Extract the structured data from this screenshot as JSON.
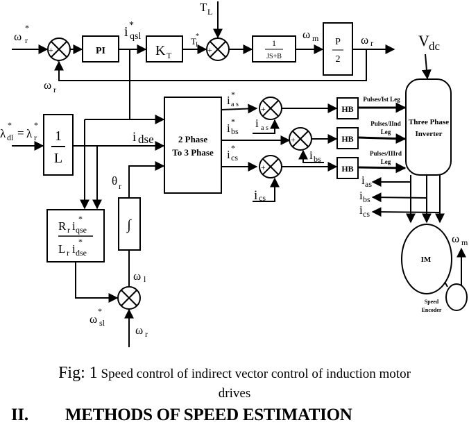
{
  "diagram": {
    "title": "Speed control of indirect vector control of induction motor drives",
    "blocks": {
      "pi": "PI",
      "kt": "K",
      "kt_sub": "T",
      "mech_num": "1",
      "mech_den": "JS+B",
      "pole_num": "P",
      "pole_den": "2",
      "inv_L_num": "1",
      "inv_L_den": "L",
      "transform_line1": "2 Phase",
      "transform_line2": "To 3 Phase",
      "slip_num_R": "R",
      "slip_num_r": "r",
      "slip_num_i": "i",
      "slip_num_sub": "qse",
      "slip_den_L": "L",
      "slip_den_r": "r",
      "slip_den_i": "i",
      "slip_den_sub": "dse",
      "integrator": "∫",
      "hb": "HB",
      "inverter_line1": "Three Phase",
      "inverter_line2": "Inverter",
      "motor": "IM",
      "encoder_line1": "Speed",
      "encoder_line2": "Encoder"
    },
    "signals": {
      "omega": "ω",
      "r": "r",
      "m": "m",
      "star": "*",
      "iqsl_i": "i",
      "iqsl_sub": "qsl",
      "TL": "T",
      "L_sub": "L",
      "Vdc": "V",
      "dc_sub": "dc",
      "lambda": "λ",
      "dl_sub": "dl",
      "equals": "=",
      "idse_i": "i",
      "idse_sub": "dse",
      "theta": "θ",
      "omega1_sub": "l",
      "sl_sub": "sl",
      "i": "i",
      "as_sub": "a s",
      "as_sub2": "as",
      "bs_sub": "bs",
      "cs_sub": "cs",
      "plus": "+",
      "minus": "-"
    },
    "pulses": {
      "leg1": "Pulses/Ist Leg",
      "leg2_line1": "Pulses/IInd",
      "leg2_line2": "Leg",
      "leg3_line1": "Pulses/IIIrd",
      "leg3_line2": "Leg"
    }
  },
  "caption": {
    "fig_label": "Fig: 1",
    "text": " Speed control of indirect vector control of induction   motor",
    "text_line2": "drives"
  },
  "heading": {
    "number": "II.",
    "title": "METHODS OF SPEED ESTIMATION"
  }
}
